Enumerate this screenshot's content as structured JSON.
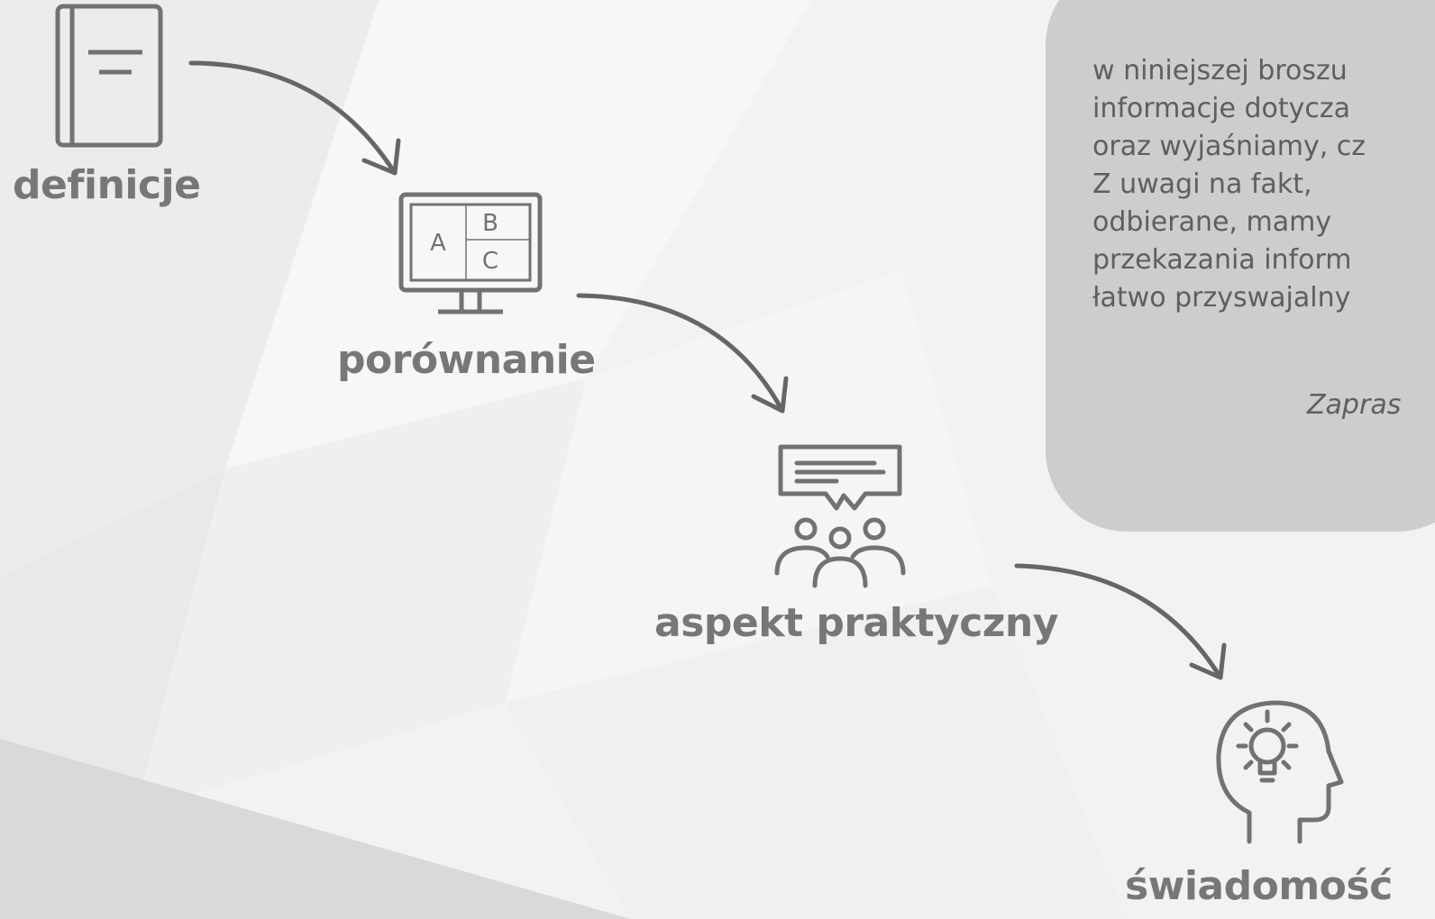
{
  "steps": [
    {
      "label": "definicje",
      "icon": "book-icon"
    },
    {
      "label": "porównanie",
      "icon": "monitor-comparison-icon",
      "cells": [
        "A",
        "B",
        "C"
      ]
    },
    {
      "label": "aspekt praktyczny",
      "icon": "audience-presentation-icon"
    },
    {
      "label": "świadomość",
      "icon": "head-lightbulb-icon"
    }
  ],
  "info": {
    "lines": [
      "w niniejszej broszu",
      "informacje  dotycza",
      "oraz wyjaśniamy, cz",
      "Z  uwagi  na  fakt,",
      "odbierane,   mamy",
      "przekazania  inform",
      "łatwo przyswajalny"
    ],
    "closing": "Zapras"
  },
  "colors": {
    "icon": "#727272",
    "label": "#777777",
    "panel": "#cdcdcd",
    "text": "#5e5e5e",
    "background": "#f3f3f3"
  }
}
